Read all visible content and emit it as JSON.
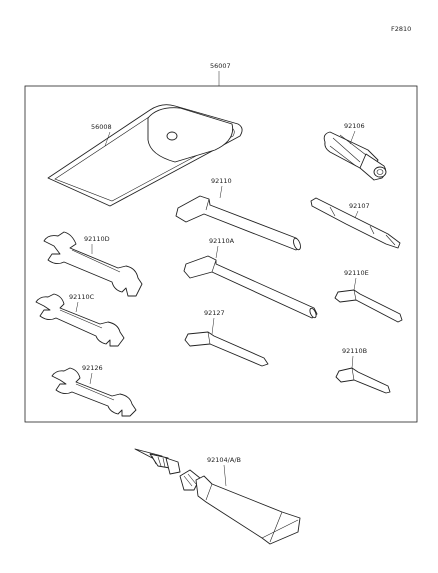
{
  "figure_code": "F2810",
  "kit_label": "56007",
  "parts": [
    {
      "id": "pouch",
      "number": "56008"
    },
    {
      "id": "driver-handle",
      "number": "92106"
    },
    {
      "id": "hex-large",
      "number": "92110"
    },
    {
      "id": "screwdriver-bit",
      "number": "92107"
    },
    {
      "id": "wrench-d",
      "number": "92110D"
    },
    {
      "id": "hex-a",
      "number": "92110A"
    },
    {
      "id": "hex-e",
      "number": "92110E"
    },
    {
      "id": "wrench-c",
      "number": "92110C"
    },
    {
      "id": "hex-127",
      "number": "92127"
    },
    {
      "id": "hex-b",
      "number": "92110B"
    },
    {
      "id": "wrench-126",
      "number": "92126"
    },
    {
      "id": "grease-tube",
      "number": "92104/A/B"
    }
  ]
}
